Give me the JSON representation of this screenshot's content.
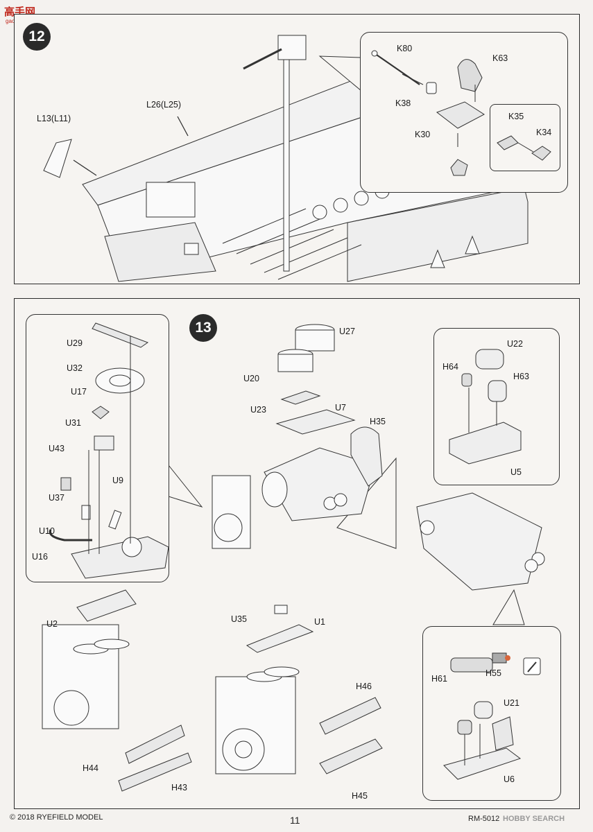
{
  "watermark": {
    "brand": "高手网",
    "url": "gao-shou.com"
  },
  "footer": {
    "copyright": "© 2018 RYEFIELD MODEL",
    "page_number": "11",
    "product_code": "RM-5012",
    "site_watermark": "HOBBY SEARCH"
  },
  "steps": [
    {
      "number": "12",
      "labels": [
        "L13(L11)",
        "L26(L25)"
      ],
      "detail_labels": [
        "K80",
        "K63",
        "K38",
        "K30",
        "K35",
        "K34"
      ]
    },
    {
      "number": "13",
      "labels": [
        "U27",
        "U20",
        "U23",
        "U7",
        "H35"
      ],
      "pump_detail_labels": [
        "U29",
        "U32",
        "U17",
        "U31",
        "U43",
        "U9",
        "U37",
        "U10",
        "U16"
      ],
      "airbox_detail_labels": [
        "U22",
        "H64",
        "H63",
        "U5"
      ],
      "cylinder_labels": [
        "U2",
        "H44",
        "H43"
      ],
      "head_labels": [
        "U35",
        "U1",
        "H46",
        "H45"
      ],
      "stand_labels": [
        "H55",
        "H61",
        "U21",
        "U6"
      ]
    }
  ]
}
